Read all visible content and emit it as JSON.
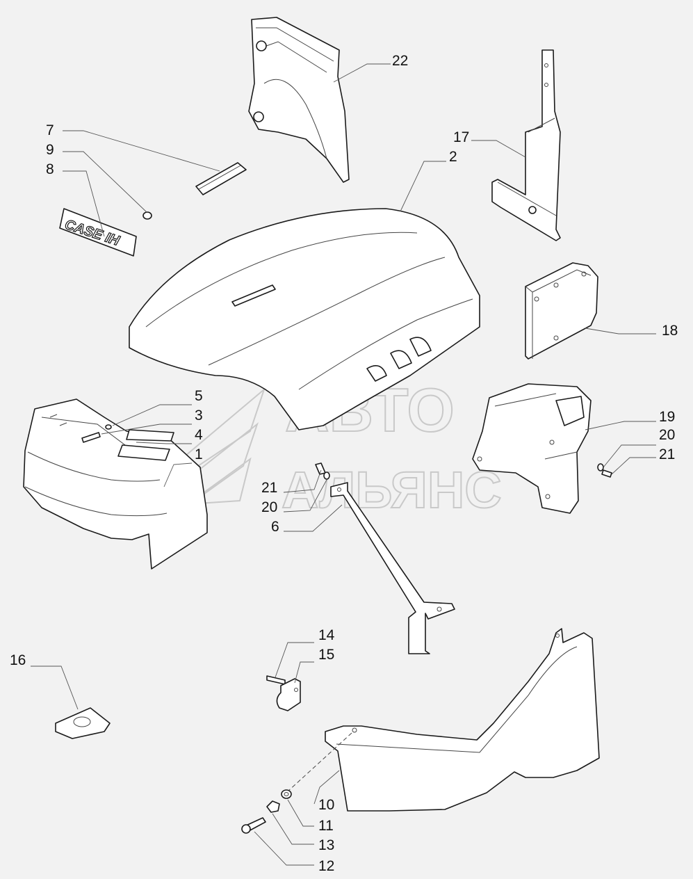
{
  "watermark": {
    "line1": "АВТО",
    "line2": "АЛЬЯНС"
  },
  "emblem": {
    "brand_text": "CASE IH"
  },
  "callouts": [
    "22",
    "7",
    "9",
    "8",
    "2",
    "17",
    "18",
    "5",
    "3",
    "4",
    "1",
    "19",
    "20",
    "21",
    "21",
    "20",
    "6",
    "14",
    "15",
    "16",
    "10",
    "11",
    "13",
    "12"
  ]
}
